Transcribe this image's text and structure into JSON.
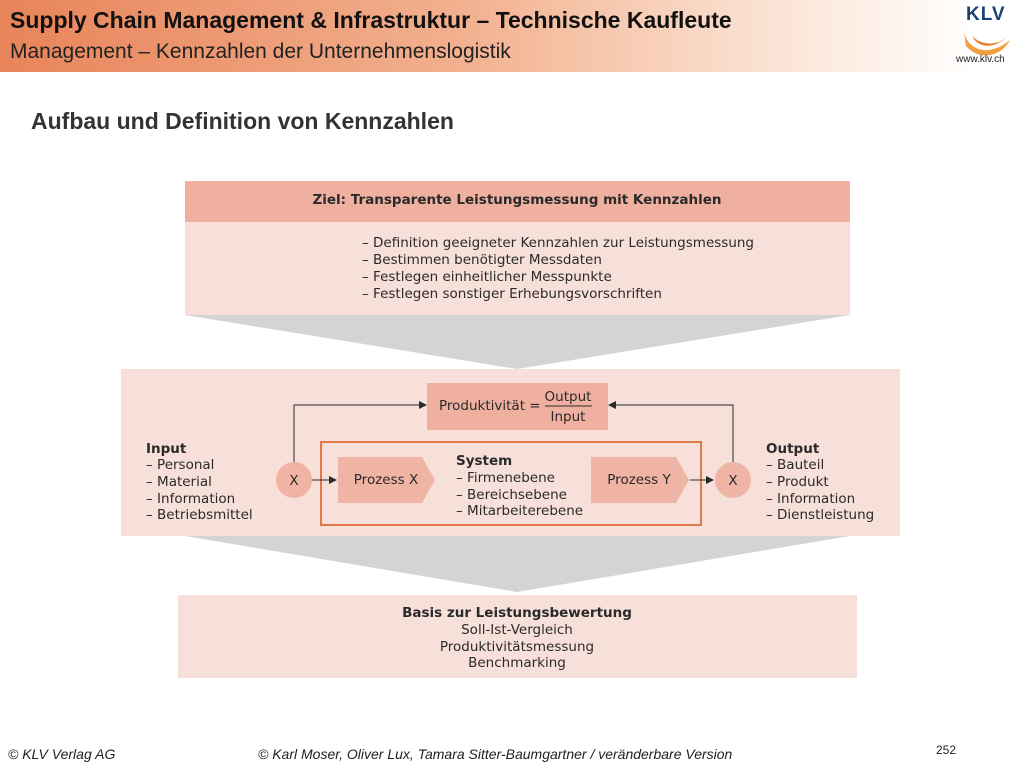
{
  "header": {
    "title": "Supply Chain Management & Infrastruktur – Technische Kaufleute",
    "subtitle": "Management – Kennzahlen der Unternehmenslogistik",
    "logo_text": "KLV",
    "logo_url": "www.klv.ch"
  },
  "heading": "Aufbau und Definition von Kennzahlen",
  "diagram": {
    "goal": {
      "title": "Ziel: Transparente Leistungsmessung mit Kennzahlen",
      "items": [
        "– Definition geeigneter Kennzahlen zur Leistungsmessung",
        "– Bestimmen benötigter Messdaten",
        "– Festlegen einheitlicher Messpunkte",
        "– Festlegen sonstiger Erhebungsvorschriften"
      ]
    },
    "productivity": {
      "label": "Produktivität =",
      "numerator": "Output",
      "denominator": "Input"
    },
    "input": {
      "title": "Input",
      "items": [
        "– Personal",
        "– Material",
        "– Information",
        "– Betriebsmittel"
      ]
    },
    "output": {
      "title": "Output",
      "items": [
        "– Bauteil",
        "– Produkt",
        "– Information",
        "– Dienstleistung"
      ]
    },
    "system": {
      "title": "System",
      "items": [
        "– Firmenebene",
        "– Bereichsebene",
        "– Mitarbeiterebene"
      ]
    },
    "process_x": "Prozess X",
    "process_y": "Prozess Y",
    "node_left": "X",
    "node_right": "X",
    "basis": {
      "title": "Basis zur Leistungsbewertung",
      "items": [
        "Soll-Ist-Vergleich",
        "Produktivitätsmessung",
        "Benchmarking"
      ]
    }
  },
  "footer": {
    "left": "© KLV Verlag AG",
    "middle": "© Karl Moser, Oliver Lux, Tamara Sitter-Baumgartner / veränderbare Version",
    "page_number": "252"
  },
  "colors": {
    "header_orange": "#e8845a",
    "panel_light": "#f8e0da",
    "panel_title": "#efb0a0",
    "arrow_grey": "#d4d4d6",
    "system_border": "#e07a48",
    "node_fill": "#f0b4a4"
  }
}
